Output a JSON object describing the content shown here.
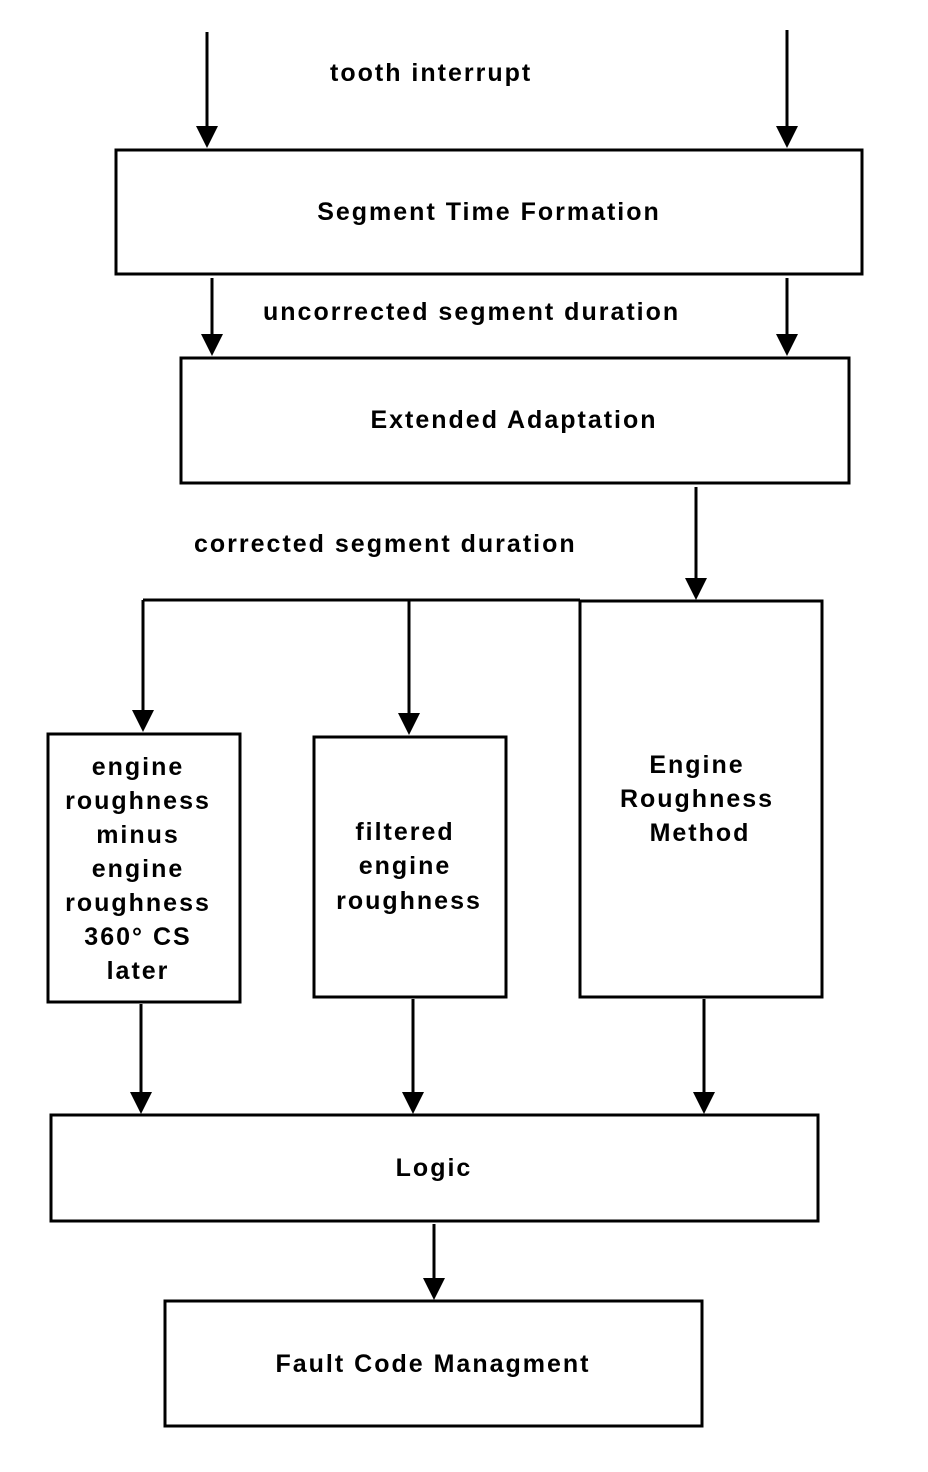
{
  "labels": {
    "tooth_interrupt": "tooth interrupt",
    "uncorrected_segment_duration": "uncorrected segment duration",
    "corrected_segment_duration": "corrected segment duration"
  },
  "boxes": {
    "segment_time_formation": [
      "Segment Time Formation"
    ],
    "extended_adaptation": [
      "Extended Adaptation"
    ],
    "roughness_difference": [
      "engine",
      "roughness",
      "minus",
      "engine",
      "roughness",
      "360° CS",
      "later"
    ],
    "filtered_roughness": [
      "filtered",
      "engine",
      "roughness"
    ],
    "roughness_method": [
      "Engine",
      "Roughness",
      "Method"
    ],
    "logic": [
      "Logic"
    ],
    "fault_code_management": [
      "Fault Code Managment"
    ]
  }
}
